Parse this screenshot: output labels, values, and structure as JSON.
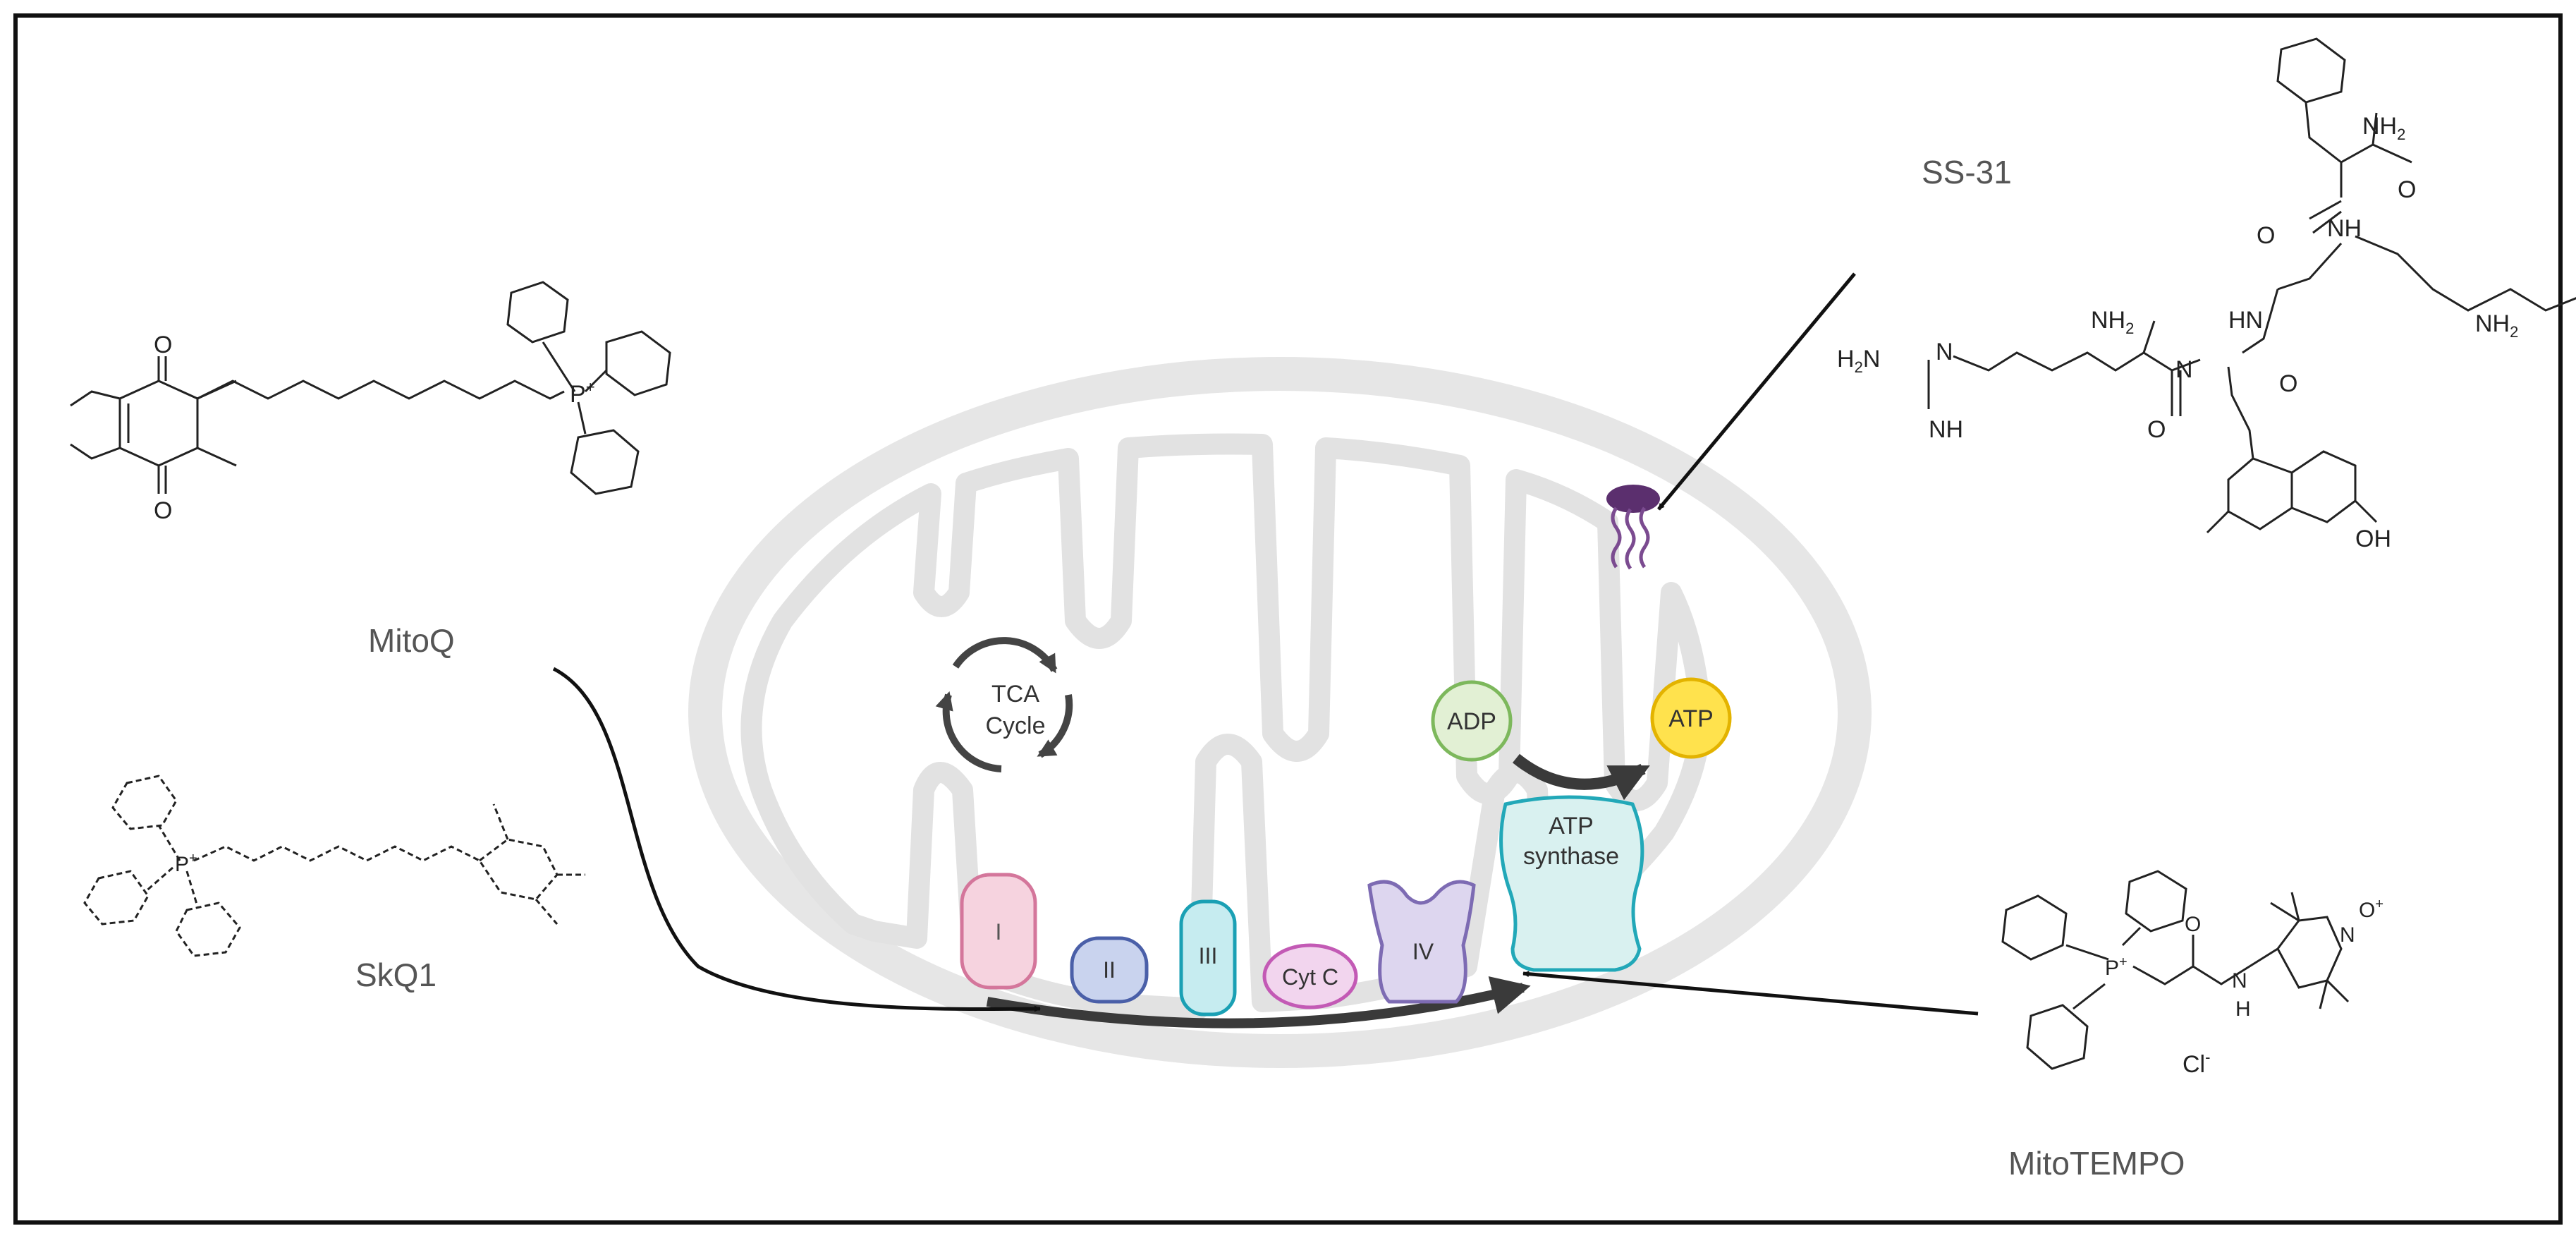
{
  "labels": {
    "mitoq": "MitoQ",
    "skq1": "SkQ1",
    "ss31": "SS-31",
    "mitotempo": "MitoTEMPO"
  },
  "matrix": {
    "tca_line1": "TCA",
    "tca_line2": "Cycle",
    "adp": "ADP",
    "atp": "ATP",
    "atp_synthase_line1": "ATP",
    "atp_synthase_line2": "synthase"
  },
  "etc": {
    "complex_1": "I",
    "complex_2": "II",
    "complex_3": "III",
    "cyt_c": "Cyt C",
    "complex_4": "IV"
  },
  "chem": {
    "nh2": "NH",
    "sub2": "2",
    "o": "O",
    "nh": "NH",
    "hn": "HN",
    "h2n": "H",
    "n_h": "N",
    "oh": "OH",
    "p": "P",
    "plus": "+",
    "minus": "-",
    "n_oxyl": "N",
    "o_oxyl": "O",
    "cl": "Cl",
    "h": "H"
  },
  "colors": {
    "outer_membrane": "#e6e6e6",
    "inner_membrane": "#e2e2e2",
    "complex_1": "#f6d3df",
    "complex_1_stroke": "#d4769b",
    "complex_2": "#c9d3ee",
    "complex_2_stroke": "#4a5fa8",
    "complex_3": "#c6ecf0",
    "complex_3_stroke": "#1aa0b4",
    "cyt_c": "#f2d5ee",
    "cyt_c_stroke": "#c35ab5",
    "complex_4": "#ddd6ef",
    "complex_4_stroke": "#7d6bb3",
    "atp_synthase": "#d9f1f0",
    "atp_synthase_stroke": "#22a8b8",
    "adp": "#e2f0d4",
    "adp_stroke": "#7db85c",
    "atp": "#ffe24d",
    "atp_stroke": "#e3b300",
    "ss31_marker": "#5b2f6e"
  },
  "icons": [
    "cycle-arrows-icon",
    "ss31-peptide-icon"
  ]
}
